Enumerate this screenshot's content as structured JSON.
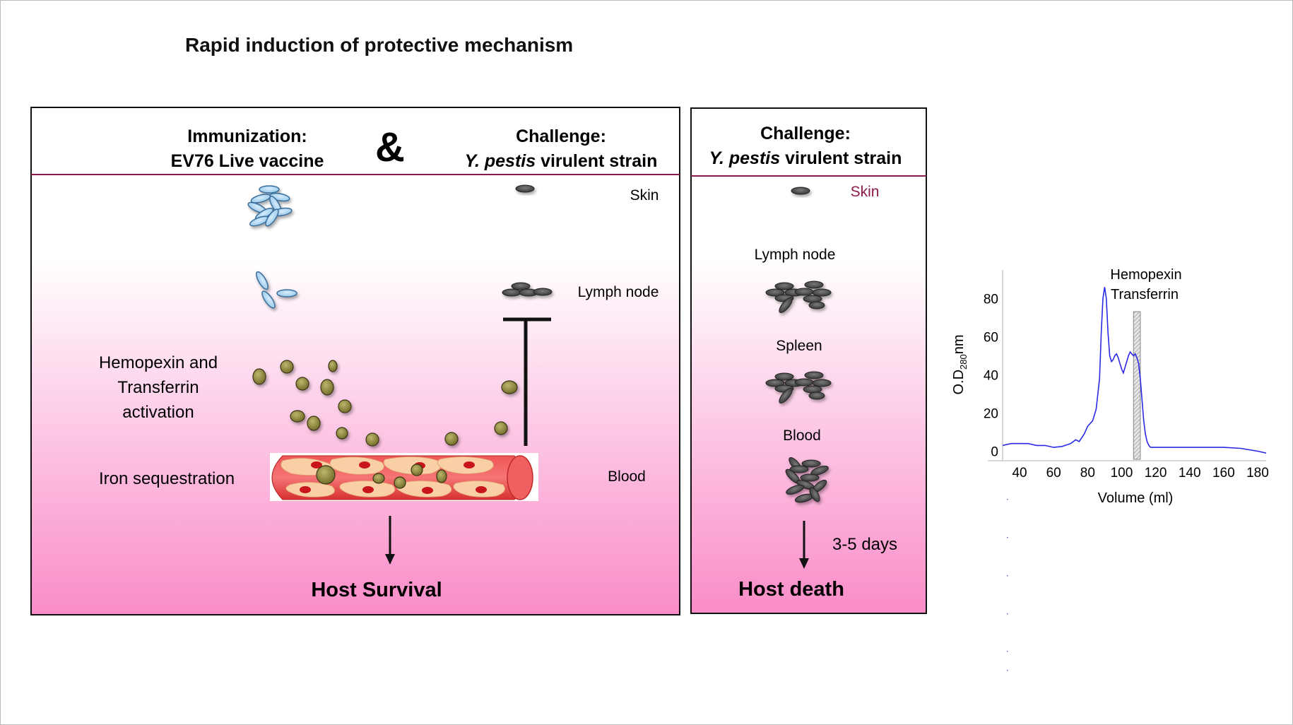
{
  "title": "Rapid induction of protective mechanism",
  "left_panel": {
    "immunization_line1": "Immunization:",
    "immunization_line2": "EV76 Live vaccine",
    "ampersand": "&",
    "challenge_line1": "Challenge:",
    "challenge_line2_italic": "Y. pestis",
    "challenge_line2_rest": " virulent strain",
    "label_skin": "Skin",
    "label_lymph": "Lymph node",
    "label_blood": "Blood",
    "label_hemopexin": [
      "Hemopexin and",
      "Transferrin",
      "activation"
    ],
    "label_iron": "Iron sequestration",
    "outcome": "Host Survival"
  },
  "right_panel": {
    "challenge_line1": "Challenge:",
    "challenge_line2_italic": "Y. pestis",
    "challenge_line2_rest": " virulent strain",
    "label_skin": "Skin",
    "label_lymph": "Lymph node",
    "label_spleen": "Spleen",
    "label_blood": "Blood",
    "duration": "3-5 days",
    "outcome": "Host death"
  },
  "chart_data": {
    "type": "line",
    "title": "",
    "annotation": [
      "Hemopexin",
      "Transferrin"
    ],
    "xlabel": "Volume (ml)",
    "ylabel_main": "O.D",
    "ylabel_sub": "280",
    "ylabel_unit": "nm",
    "xticks": [
      40,
      60,
      80,
      100,
      120,
      140,
      160,
      180
    ],
    "yticks": [
      0,
      20,
      40,
      60,
      80
    ],
    "xlim": [
      30,
      185
    ],
    "ylim": [
      -5,
      95
    ],
    "highlight_band": [
      107,
      111
    ],
    "series": [
      {
        "x": [
          30,
          35,
          40,
          45,
          50,
          55,
          60,
          65,
          70,
          73,
          75,
          78,
          80,
          83,
          85,
          87,
          88,
          89,
          90,
          91,
          92,
          93,
          94,
          95,
          96,
          97,
          98,
          99,
          100,
          101,
          102,
          103,
          104,
          105,
          106,
          107,
          108,
          109,
          110,
          111,
          112,
          113,
          114,
          115,
          116,
          117,
          118,
          120,
          125,
          130,
          140,
          150,
          160,
          170,
          180,
          185
        ],
        "y": [
          3,
          4,
          4,
          4,
          3,
          3,
          2,
          2.5,
          4,
          6,
          5,
          9,
          13,
          16,
          22,
          38,
          62,
          80,
          86,
          80,
          62,
          50,
          47,
          48,
          50,
          51,
          49,
          46,
          43,
          41,
          44,
          47,
          50,
          52,
          51,
          50,
          51,
          49,
          46,
          38,
          27,
          16,
          9,
          5,
          3,
          2,
          2,
          2,
          2,
          2,
          2,
          2,
          2,
          1.5,
          0,
          -1
        ]
      }
    ]
  }
}
